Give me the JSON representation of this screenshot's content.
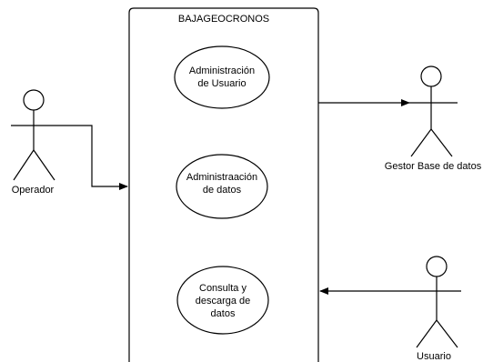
{
  "system": {
    "title": "BAJAGEOCRONOS"
  },
  "use_cases": [
    {
      "lines": [
        "Administración",
        "de Usuario"
      ]
    },
    {
      "lines": [
        "Administraación",
        "de datos"
      ]
    },
    {
      "lines": [
        "Consulta y",
        "descarga de",
        "datos"
      ]
    }
  ],
  "actors": {
    "operador": "Operador",
    "gestor": "Gestor Base de datos",
    "usuario": "Usuario"
  },
  "colors": {
    "stroke": "#000000",
    "background": "#ffffff"
  }
}
